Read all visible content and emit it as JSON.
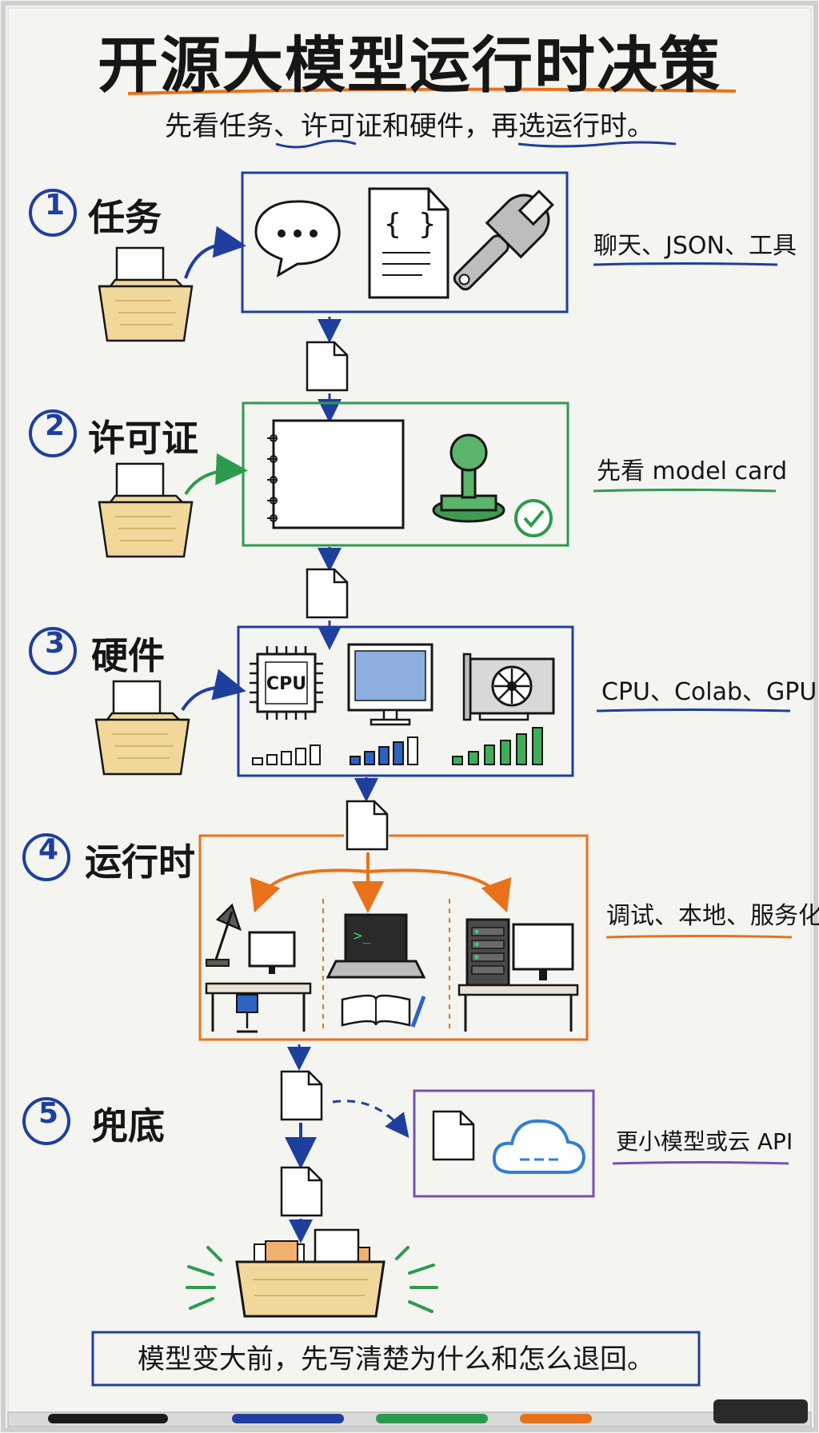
{
  "title": "开源大模型运行时决策",
  "subtitle": "先看任务、许可证和硬件，再选运行时。",
  "steps": [
    {
      "number": "1",
      "label": "任务",
      "note": "聊天、JSON、工具"
    },
    {
      "number": "2",
      "label": "许可证",
      "note": "先看 model card"
    },
    {
      "number": "3",
      "label": "硬件",
      "note": "CPU、Colab、GPU",
      "cpu_chip_text": "CPU"
    },
    {
      "number": "4",
      "label": "运行时",
      "note": "调试、本地、服务化"
    },
    {
      "number": "5",
      "label": "兜底",
      "note": "更小模型或云 API"
    }
  ],
  "footer": "模型变大前，先写清楚为什么和怎么退回。",
  "colors": {
    "blue": "#1f3f9e",
    "green": "#2e9a4e",
    "orange": "#e8721c",
    "purple": "#7a4fb3",
    "folder": "#f1d79a",
    "screen": "#8eaee0",
    "ink": "#161616"
  }
}
